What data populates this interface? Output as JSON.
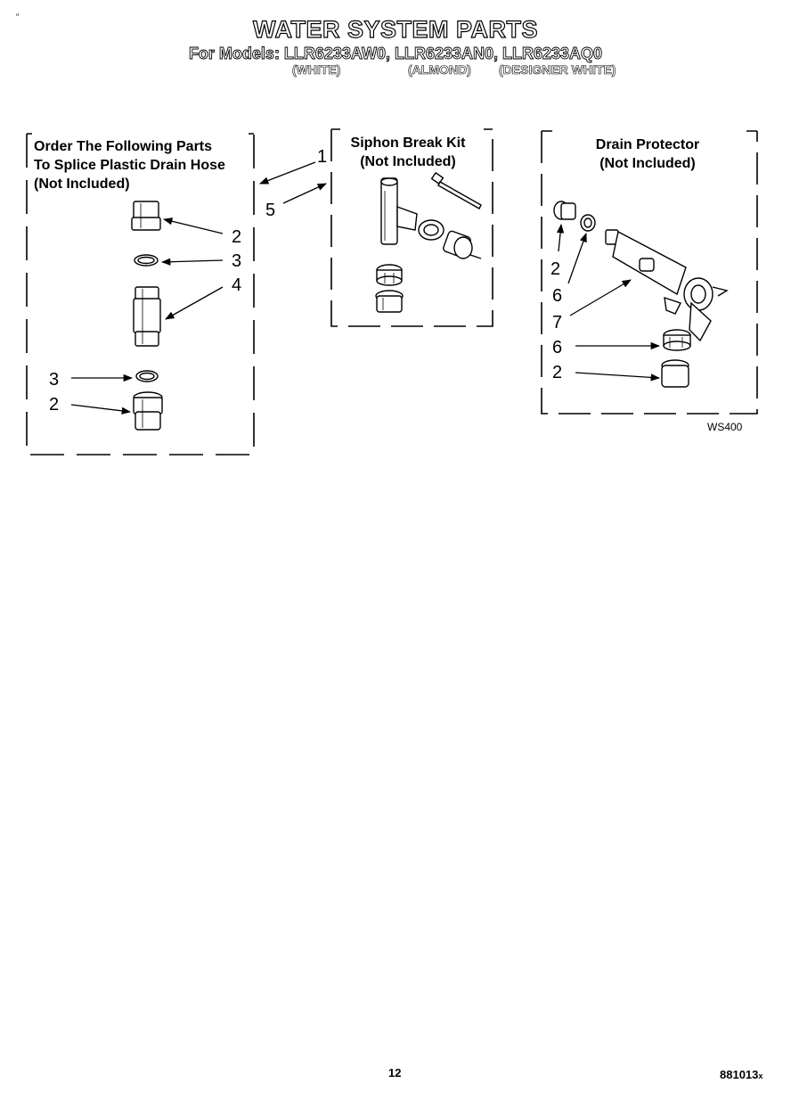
{
  "header": {
    "title": "WATER SYSTEM PARTS",
    "models_line": "For Models: LLR6233AW0, LLR6233AN0, LLR6233AQ0",
    "variants": [
      "(WHITE)",
      "(ALMOND)",
      "(DESIGNER WHITE)"
    ]
  },
  "corner_mark": "″",
  "left_box": {
    "label_lines": [
      "Order The Following Parts",
      "To Splice Plastic Drain Hose",
      "(Not Included)"
    ]
  },
  "center_box": {
    "label_lines": [
      "Siphon Break Kit",
      "(Not Included)"
    ]
  },
  "right_box": {
    "label_lines": [
      "Drain Protector",
      "(Not Included)"
    ]
  },
  "callouts": {
    "c1": "1",
    "c5": "5",
    "l2a": "2",
    "l3a": "3",
    "l4": "4",
    "l3b": "3",
    "l2b": "2",
    "r2a": "2",
    "r6a": "6",
    "r7": "7",
    "r6b": "6",
    "r2b": "2"
  },
  "diagram_code": "WS400",
  "footer": {
    "page_number": "12",
    "doc_number": "881013",
    "doc_suffix": "x"
  }
}
